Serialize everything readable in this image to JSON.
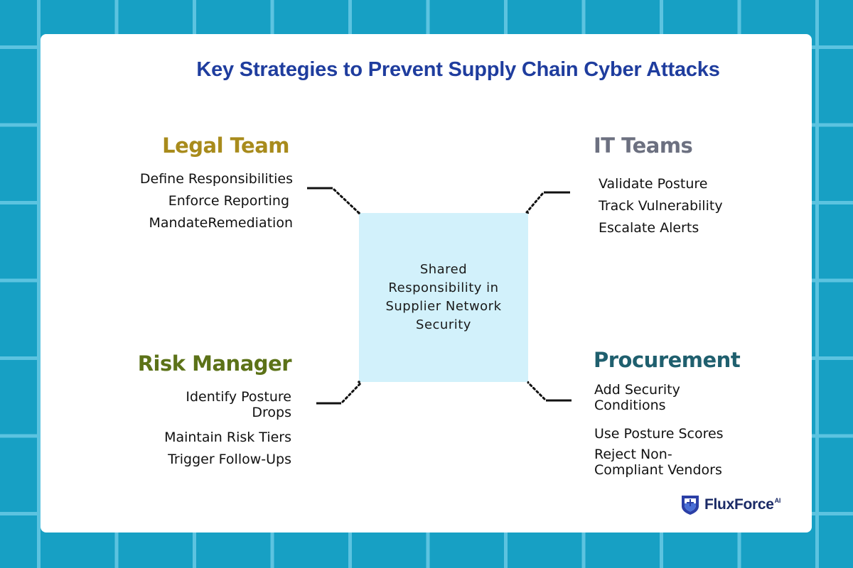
{
  "title": "Key Strategies to Prevent Supply Chain Cyber Attacks",
  "center": {
    "text": "Shared Responsibility in Supplier Network Security",
    "fill_color": "#d2f1fb"
  },
  "sections": {
    "legal": {
      "heading": "Legal Team",
      "color": "#a88b1c",
      "items": [
        "Define Responsibilities",
        "Enforce Reporting",
        "MandateRemediation"
      ]
    },
    "it": {
      "heading": "IT Teams",
      "color": "#6c7080",
      "items": [
        "Validate Posture",
        "Track Vulnerability",
        "Escalate Alerts"
      ]
    },
    "risk": {
      "heading": "Risk Manager",
      "color": "#5c7218",
      "items": [
        "Identify Posture Drops",
        "Maintain Risk Tiers",
        "Trigger Follow-Ups"
      ]
    },
    "procurement": {
      "heading": "Procurement",
      "color": "#1f5f6e",
      "items": [
        "Add Security Conditions",
        "Use Posture Scores",
        "Reject Non-Compliant Vendors"
      ]
    }
  },
  "logo": {
    "name": "FluxForce",
    "superscript": "AI"
  },
  "colors": {
    "background": "#17a0c4",
    "grid_lines": "#5cc3e0",
    "card": "#ffffff",
    "title": "#1f3d9e"
  }
}
